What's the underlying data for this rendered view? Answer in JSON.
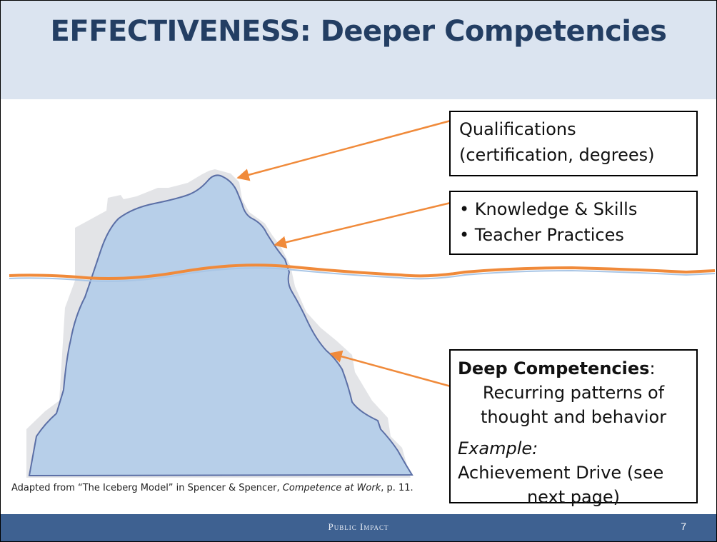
{
  "title": "EFFECTIVENESS: Deeper Competencies",
  "box_qualifications": {
    "line1": "Qualifications",
    "line2": "(certification, degrees)"
  },
  "box_skills": {
    "items": [
      "Knowledge & Skills",
      "Teacher Practices"
    ]
  },
  "box_deep": {
    "heading": "Deep Competencies",
    "heading_suffix": ":",
    "desc_line1": "Recurring patterns of",
    "desc_line2": "thought and behavior",
    "example_label": "Example:",
    "example_line1": "Achievement Drive (see",
    "example_line2": "next page)"
  },
  "citation": {
    "prefix": "Adapted from “The Iceberg Model” in Spencer & Spencer, ",
    "work": "Competence at Work",
    "suffix": ", p. 11."
  },
  "footer": {
    "brand": "Public Impact",
    "page_number": "7"
  },
  "colors": {
    "title_bar": "#dbe4f0",
    "title_text": "#233e63",
    "footer": "#3e6191",
    "iceberg_fill": "#b7cfe9",
    "iceberg_outline": "#5b6fa6",
    "waterline": "#f08a3a",
    "arrow": "#f08a3a"
  }
}
